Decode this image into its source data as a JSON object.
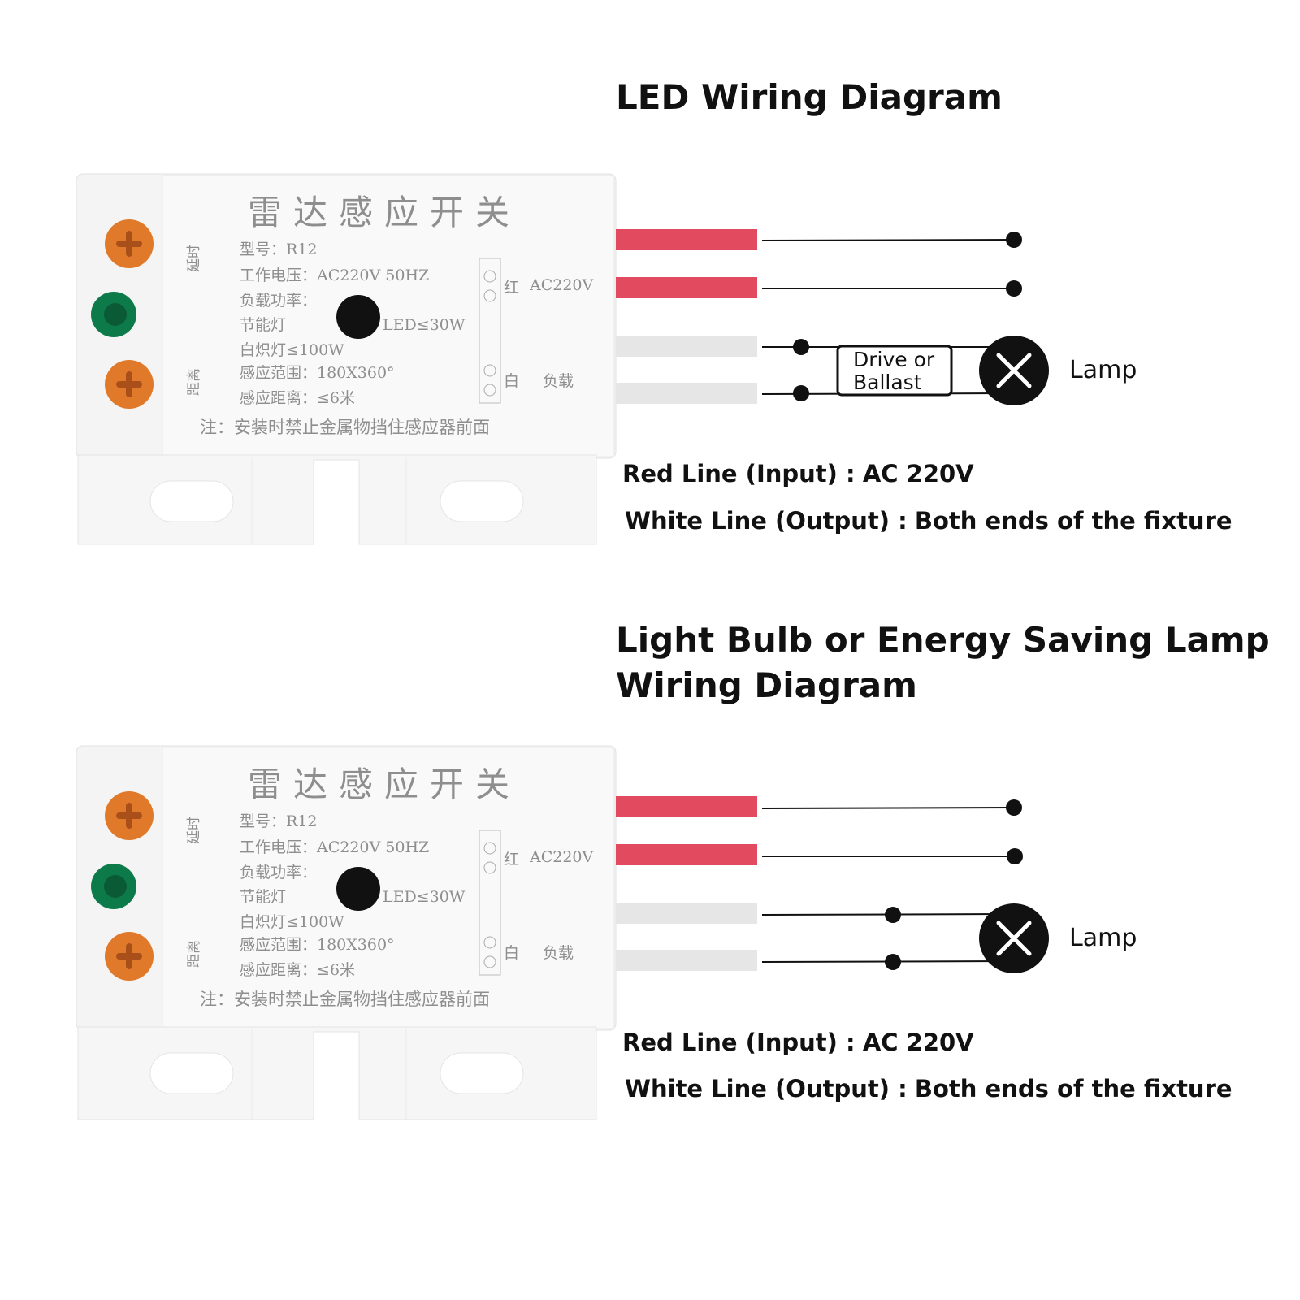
{
  "diagrams": [
    {
      "title_lines": [
        "LED Wiring Diagram"
      ],
      "module": {
        "heading": "雷达感应开关",
        "delay_label": "延时",
        "distance_label": "距离",
        "spec_lines": [
          "型号：R12",
          "工作电压：AC220V  50HZ",
          "负载功率：",
          "节能灯",
          "白炽灯≤100W",
          "感应范围：180X360°",
          "感应距离：≤6米"
        ],
        "led_spec": "LED≤30W",
        "red_mark": "红",
        "voltage_mark": "AC220V",
        "white_mark": "白",
        "load_mark": "负载",
        "note": "注：安装时禁止金属物挡住感应器前面"
      },
      "driver_label_lines": [
        "Drive or",
        "Ballast"
      ],
      "lamp_label": "Lamp",
      "red_line_label": "Red Line (Input) :",
      "red_line_value": "AC 220V",
      "white_line_label": "White Line (Output) :",
      "white_line_value": "Both ends of the fixture"
    },
    {
      "title_lines": [
        "Light Bulb or Energy Saving Lamp",
        "Wiring Diagram"
      ],
      "module": {
        "heading": "雷达感应开关",
        "delay_label": "延时",
        "distance_label": "距离",
        "spec_lines": [
          "型号：R12",
          "工作电压：AC220V  50HZ",
          "负载功率：",
          "节能灯",
          "白炽灯≤100W",
          "感应范围：180X360°",
          "感应距离：≤6米"
        ],
        "led_spec": "LED≤30W",
        "red_mark": "红",
        "voltage_mark": "AC220V",
        "white_mark": "白",
        "load_mark": "负载",
        "note": "注：安装时禁止金属物挡住感应器前面"
      },
      "lamp_label": "Lamp",
      "red_line_label": "Red Line (Input) :",
      "red_line_value": "AC 220V",
      "white_line_label": "White Line (Output) :",
      "white_line_value": "Both ends of the fixture"
    }
  ],
  "colors": {
    "red_wire": "#e24a60",
    "white_wire": "#e6e6e6",
    "screw": "#e07a2a",
    "led_window": "#0d7a4a",
    "sensor": "#111111",
    "module_body": "#f7f7f7"
  }
}
